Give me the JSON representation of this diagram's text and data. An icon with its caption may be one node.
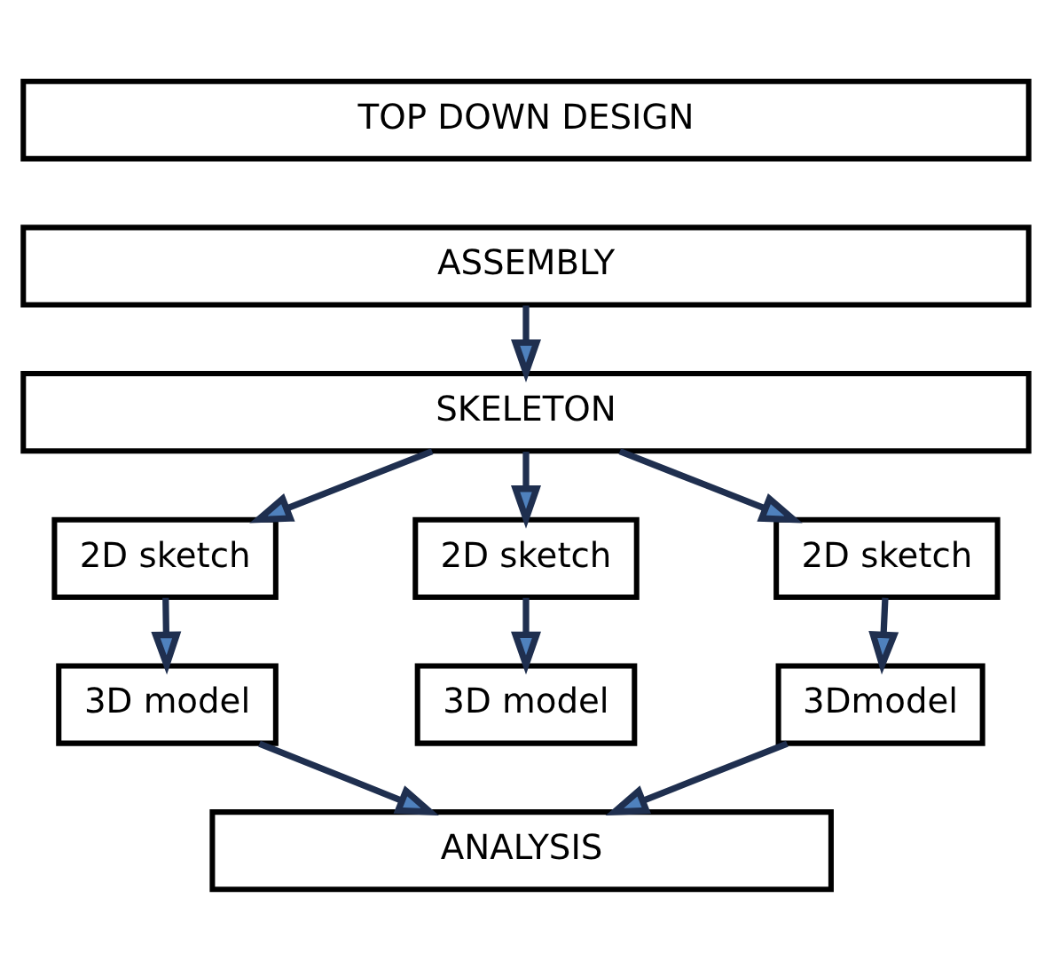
{
  "diagram": {
    "nodes": [
      {
        "text": [
          "TOP DOWN DESIGN"
        ]
      },
      {
        "text": [
          "ASSEMBLY"
        ]
      },
      {
        "text": [
          "SKELETON"
        ]
      },
      {
        "text": [
          "2D sketch"
        ]
      },
      {
        "text": [
          "2D sketch"
        ]
      },
      {
        "text": [
          "2D sketch"
        ]
      },
      {
        "text": [
          "3D model"
        ]
      },
      {
        "text": [
          "3D model"
        ]
      },
      {
        "text": [
          "3Dmodel"
        ]
      },
      {
        "text": [
          "ANALYSIS"
        ]
      }
    ],
    "edges": [
      {
        "from": 1,
        "to": 2,
        "arrow": "to"
      },
      {
        "from": 2,
        "to": 3,
        "arrow": "to"
      },
      {
        "from": 2,
        "to": 4,
        "arrow": "to"
      },
      {
        "from": 2,
        "to": 5,
        "arrow": "to"
      },
      {
        "from": 3,
        "to": 6,
        "arrow": "to"
      },
      {
        "from": 4,
        "to": 7,
        "arrow": "to"
      },
      {
        "from": 5,
        "to": 8,
        "arrow": "to"
      },
      {
        "from": 6,
        "to": 9,
        "arrow": "to"
      },
      {
        "from": 8,
        "to": 9,
        "arrow": "to"
      }
    ]
  }
}
